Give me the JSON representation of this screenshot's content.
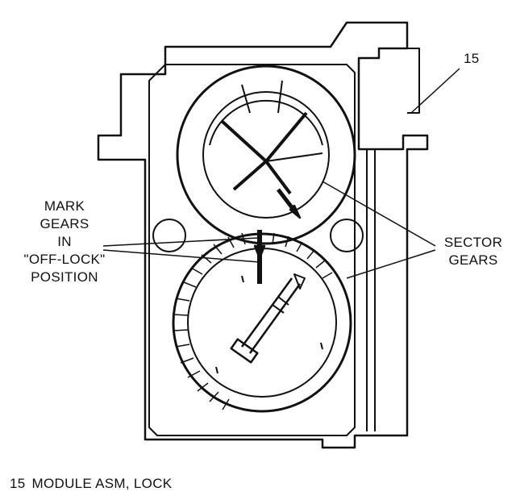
{
  "callout": {
    "number": "15"
  },
  "labels": {
    "mark_gears": [
      "MARK",
      "GEARS",
      "IN",
      "\"OFF-LOCK\"",
      "POSITION"
    ],
    "sector_gears": [
      "SECTOR",
      "GEARS"
    ]
  },
  "caption": {
    "number": "15",
    "text": "MODULE ASM, LOCK"
  }
}
